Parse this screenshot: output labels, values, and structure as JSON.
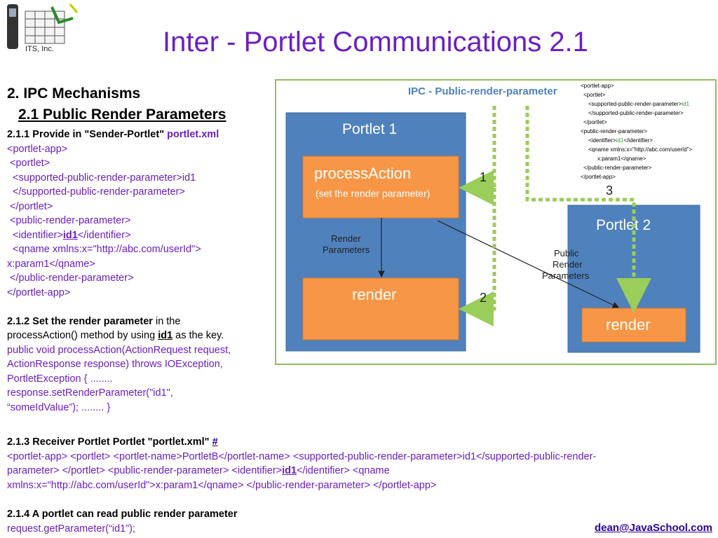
{
  "header": {
    "title": "Inter - Portlet Communications 2.1",
    "logo_text": "ITS, Inc."
  },
  "section": {
    "heading": "2. IPC Mechanisms",
    "subheading": "2.1 Public Render Parameters"
  },
  "s211": {
    "heading": "2.1.1 Provide in \"Sender-Portlet\"",
    "file": "portlet.xml",
    "lines": [
      "<portlet-app>",
      " <portlet>",
      "  <supported-public-render-parameter>id1",
      "  </supported-public-render-parameter>",
      " </portlet>",
      " <public-render-parameter>",
      "  <identifier>",
      "  <qname xmlns:x=\"http://abc.com/userId\">",
      "x:param1</qname>",
      " </public-render-parameter>",
      "</portlet-app>"
    ],
    "id_token": "id1",
    "identifier_close": "</identifier>"
  },
  "s212": {
    "heading": "2.1.2 Set the render parameter",
    "text1": " in the",
    "text2": "processAction() method by using ",
    "key": "id1",
    "text3": " as the key.",
    "code": [
      "public void processAction(ActionRequest request,",
      "ActionResponse response) throws IOException,",
      "PortletException { ........",
      "response.setRenderParameter(\"id1\",",
      "“someIdValue”); ........ }"
    ]
  },
  "s213": {
    "heading": "2.1.3 Receiver Portlet Portlet \"portlet.xml\" ",
    "hash": "#",
    "code_a": "<portlet-app> <portlet> <portlet-name>PortletB</portlet-name> <supported-public-render-parameter>id1</supported-public-render-",
    "code_b": "parameter> </portlet> <public-render-parameter> <identifier>",
    "id_token": "id1",
    "code_c": "</identifier> <qname",
    "code_d": "xmlns:x=\"http://abc.com/userId\">x:param1</qname> </public-render-parameter> </portlet-app>"
  },
  "s214": {
    "heading": "2.1.4 A portlet can read public render parameter",
    "code": "request.getParameter(“id1”);"
  },
  "footer": {
    "email": "dean@JavaSchool.com"
  },
  "diagram": {
    "title": "IPC - Public-render-parameter",
    "portlet1": "Portlet 1",
    "portlet2": "Portlet 2",
    "process_action": "processAction",
    "process_action_sub": "(set the render parameter)",
    "render1": "render",
    "render2": "render",
    "render_params_1": "Render",
    "render_params_2": "Parameters",
    "public_1": "Public",
    "public_2": "Render",
    "public_3": "Parameters",
    "step1": "1",
    "step2": "2",
    "step3": "3",
    "xml": [
      "<portlet-app>",
      "<portlet>",
      "<supported-public-render-parameter>",
      "</supported-public-render-parameter>",
      "</portlet>",
      "<public-render-parameter>",
      "<identifier>",
      "<qname xmlns:x=\"http://abc.com/userId\">",
      "x:param1</qname>",
      "</public-render-parameter>",
      "</portlet-app>"
    ],
    "xml_id": "id1",
    "xml_id2": "id1",
    "xml_ident_close": "</identifier>",
    "colors": {
      "frame": "#8fbf5a",
      "portlet": "#4f81bd",
      "orange": "#f79646",
      "dash": "#9acd5a"
    }
  }
}
